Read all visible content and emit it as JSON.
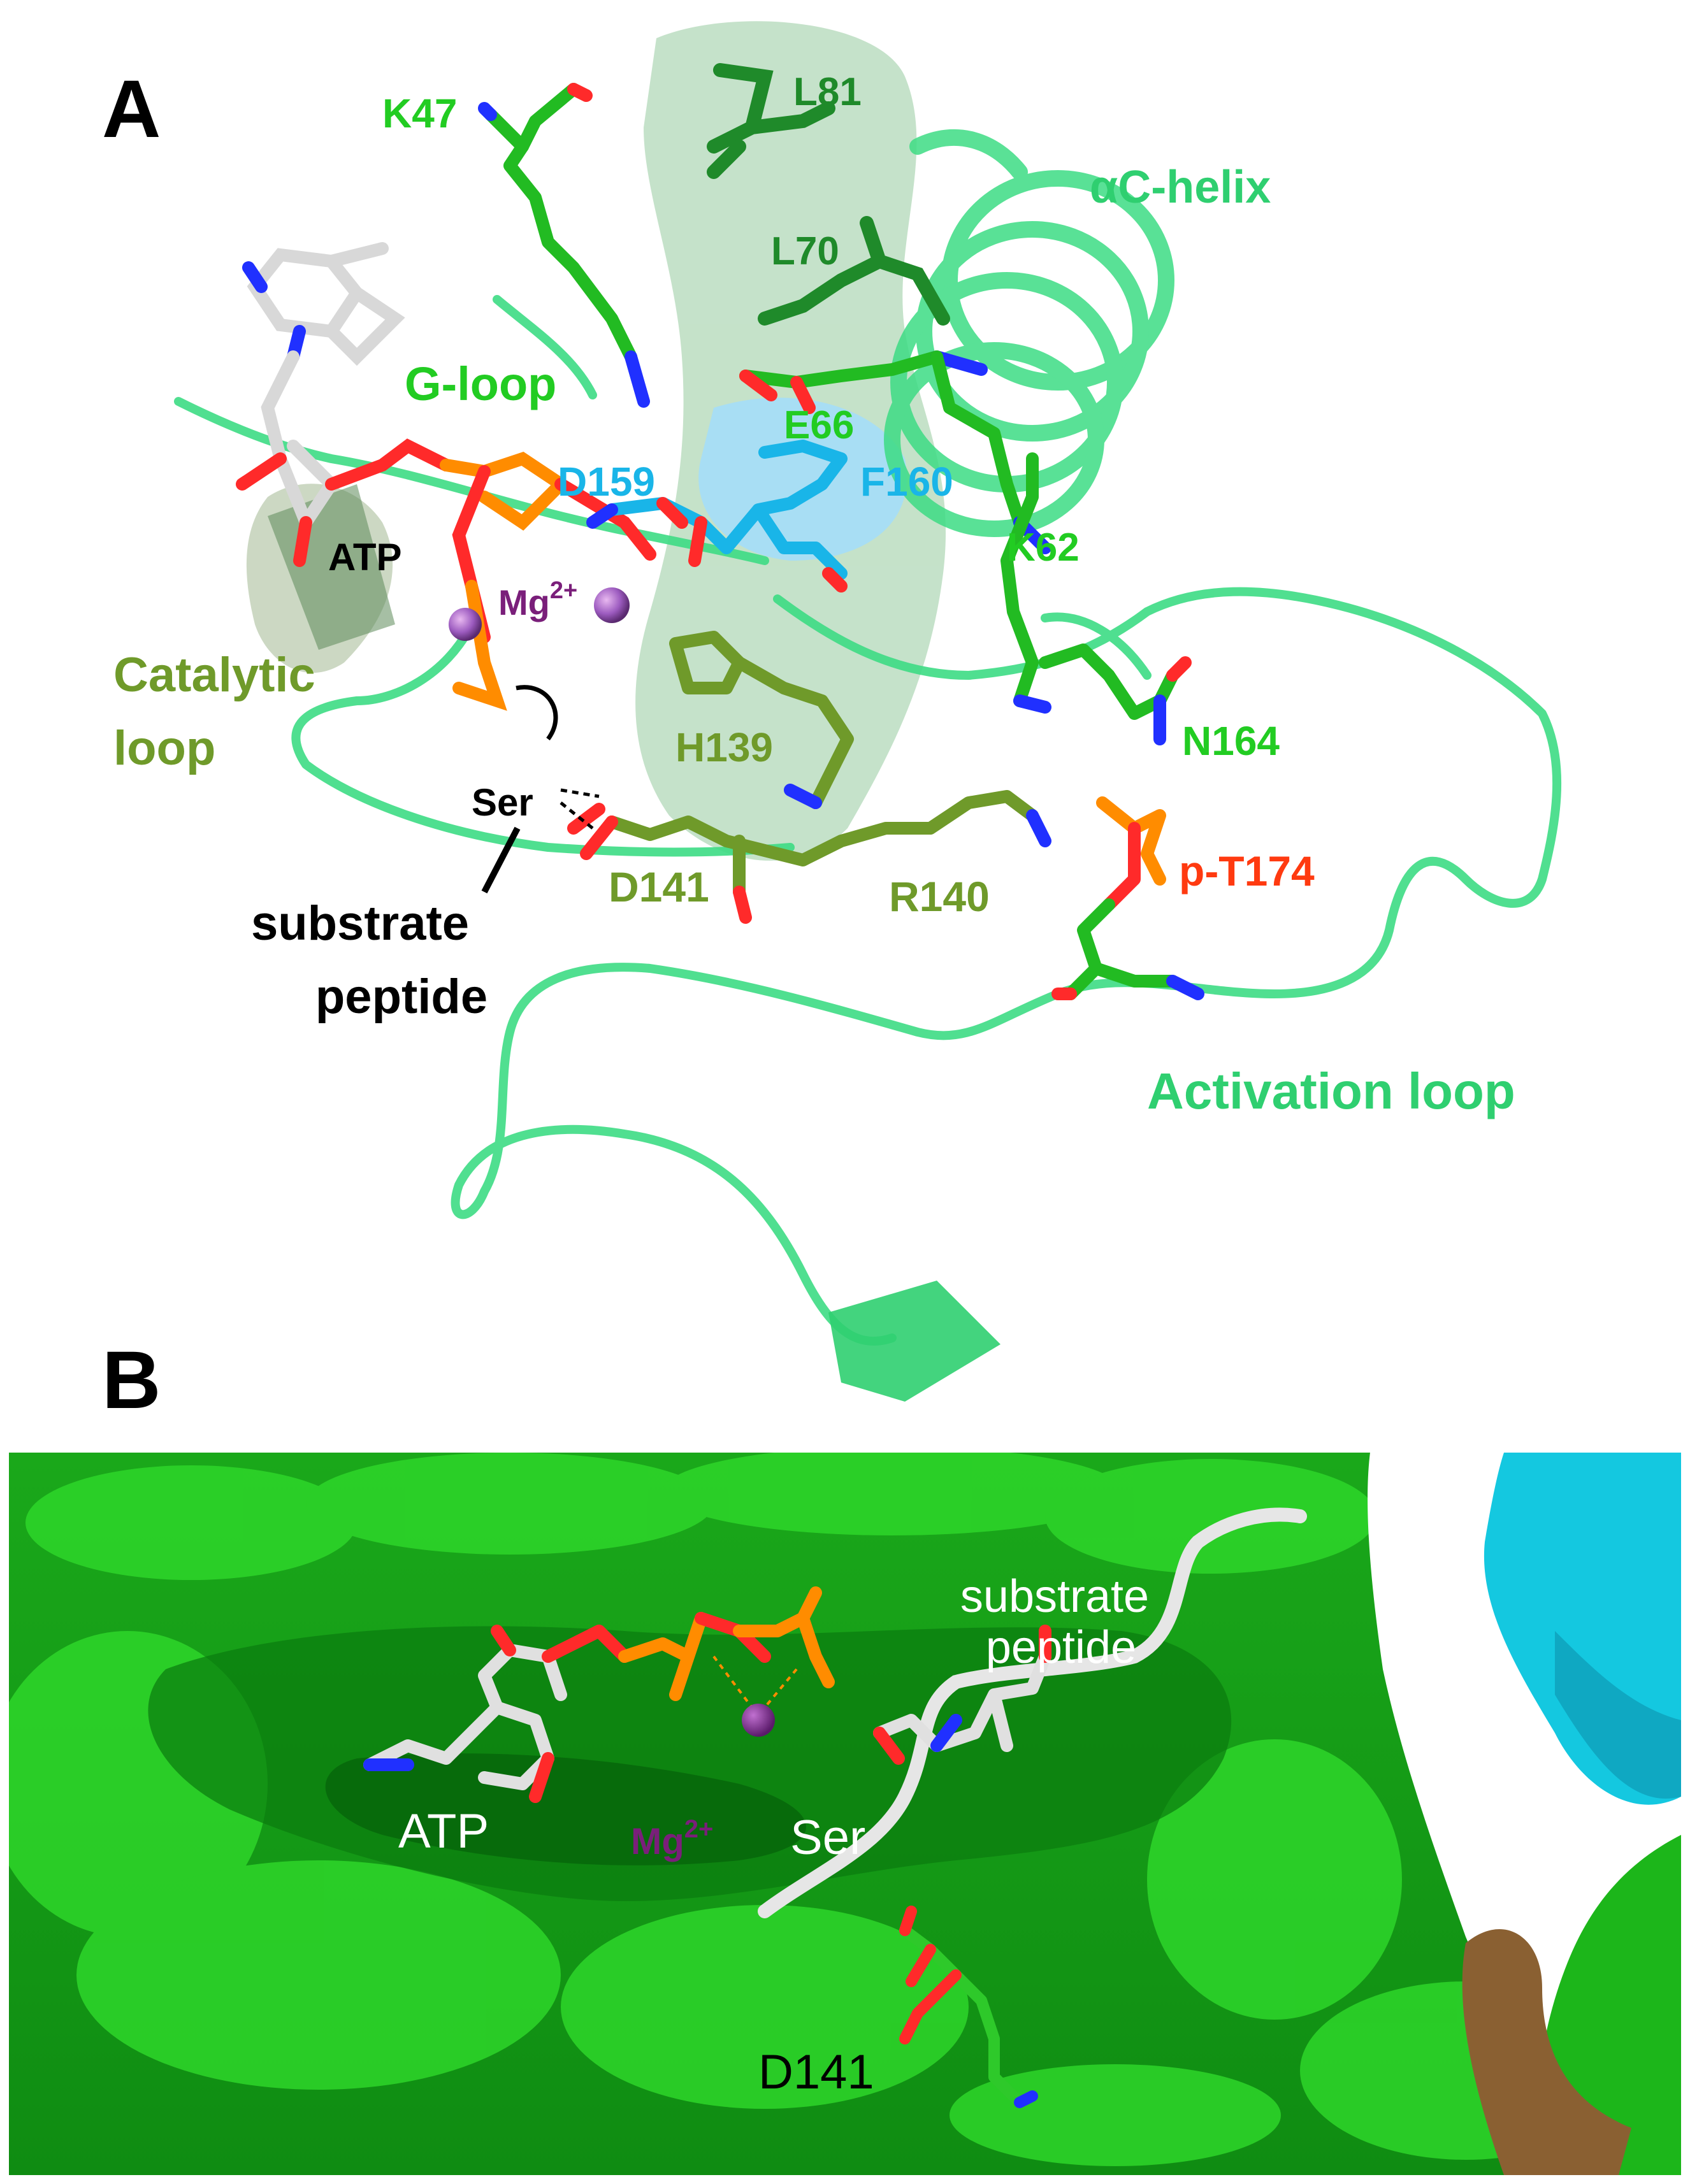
{
  "panel_a": {
    "letter": "A",
    "labels": {
      "k47": "K47",
      "l81": "L81",
      "ac_helix": "αC-helix",
      "l70": "L70",
      "g_loop": "G-loop",
      "e66": "E66",
      "d159": "D159",
      "f160": "F160",
      "k62": "K62",
      "atp": "ATP",
      "mg_base": "Mg",
      "mg_charge": "2+",
      "catalytic_loop_line1": "Catalytic",
      "catalytic_loop_line2": "loop",
      "h139": "H139",
      "n164": "N164",
      "ser": "Ser",
      "d141": "D141",
      "r140": "R140",
      "pt174": "p-T174",
      "substrate_line1": "substrate",
      "substrate_line2": "peptide",
      "activation_loop": "Activation loop"
    }
  },
  "panel_b": {
    "letter": "B",
    "labels": {
      "substrate_line1": "substrate",
      "substrate_line2": "peptide",
      "atp": "ATP",
      "ser": "Ser",
      "mg_base": "Mg",
      "mg_charge": "2+",
      "d141": "D141"
    }
  },
  "colors": {
    "ribbon": "#3ddc84",
    "green_label": "#22cc22",
    "dark_green": "#1f8a2a",
    "olive": "#6f9a2a",
    "cyan": "#19b5e8",
    "purple": "#7a1f7a",
    "red_orange": "#ff3a10",
    "surface_green": "#22c71e",
    "surface_cyan": "#14c8e0",
    "surface_brown": "#8a6032"
  }
}
